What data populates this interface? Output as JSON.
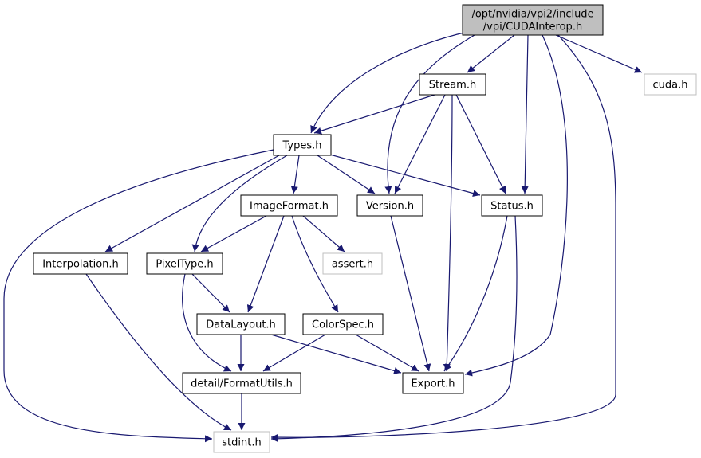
{
  "graph": {
    "nodes": [
      {
        "id": "root",
        "lines": [
          "/opt/nvidia/vpi2/include",
          "/vpi/CUDAInterop.h"
        ],
        "fill": "#bfbfbf",
        "stroke": "#000000"
      },
      {
        "id": "cuda",
        "lines": [
          "cuda.h"
        ],
        "fill": "#ffffff",
        "stroke": "#bfbfbf"
      },
      {
        "id": "stream",
        "lines": [
          "Stream.h"
        ],
        "fill": "#ffffff",
        "stroke": "#000000"
      },
      {
        "id": "types",
        "lines": [
          "Types.h"
        ],
        "fill": "#ffffff",
        "stroke": "#000000"
      },
      {
        "id": "imageformat",
        "lines": [
          "ImageFormat.h"
        ],
        "fill": "#ffffff",
        "stroke": "#000000"
      },
      {
        "id": "version",
        "lines": [
          "Version.h"
        ],
        "fill": "#ffffff",
        "stroke": "#000000"
      },
      {
        "id": "status",
        "lines": [
          "Status.h"
        ],
        "fill": "#ffffff",
        "stroke": "#000000"
      },
      {
        "id": "interpolation",
        "lines": [
          "Interpolation.h"
        ],
        "fill": "#ffffff",
        "stroke": "#000000"
      },
      {
        "id": "pixeltype",
        "lines": [
          "PixelType.h"
        ],
        "fill": "#ffffff",
        "stroke": "#000000"
      },
      {
        "id": "assert",
        "lines": [
          "assert.h"
        ],
        "fill": "#ffffff",
        "stroke": "#bfbfbf"
      },
      {
        "id": "datalayout",
        "lines": [
          "DataLayout.h"
        ],
        "fill": "#ffffff",
        "stroke": "#000000"
      },
      {
        "id": "colorspec",
        "lines": [
          "ColorSpec.h"
        ],
        "fill": "#ffffff",
        "stroke": "#000000"
      },
      {
        "id": "formatutils",
        "lines": [
          "detail/FormatUtils.h"
        ],
        "fill": "#ffffff",
        "stroke": "#000000"
      },
      {
        "id": "export",
        "lines": [
          "Export.h"
        ],
        "fill": "#ffffff",
        "stroke": "#000000"
      },
      {
        "id": "stdint",
        "lines": [
          "stdint.h"
        ],
        "fill": "#ffffff",
        "stroke": "#bfbfbf"
      }
    ],
    "edges": [
      {
        "from": "root",
        "to": "cuda"
      },
      {
        "from": "root",
        "to": "stream"
      },
      {
        "from": "root",
        "to": "types"
      },
      {
        "from": "root",
        "to": "version"
      },
      {
        "from": "root",
        "to": "status"
      },
      {
        "from": "root",
        "to": "export"
      },
      {
        "from": "root",
        "to": "stdint"
      },
      {
        "from": "stream",
        "to": "types"
      },
      {
        "from": "stream",
        "to": "version"
      },
      {
        "from": "stream",
        "to": "status"
      },
      {
        "from": "stream",
        "to": "export"
      },
      {
        "from": "types",
        "to": "imageformat"
      },
      {
        "from": "types",
        "to": "version"
      },
      {
        "from": "types",
        "to": "status"
      },
      {
        "from": "types",
        "to": "interpolation"
      },
      {
        "from": "types",
        "to": "pixeltype"
      },
      {
        "from": "types",
        "to": "stdint"
      },
      {
        "from": "imageformat",
        "to": "pixeltype"
      },
      {
        "from": "imageformat",
        "to": "assert"
      },
      {
        "from": "imageformat",
        "to": "datalayout"
      },
      {
        "from": "imageformat",
        "to": "colorspec"
      },
      {
        "from": "version",
        "to": "export"
      },
      {
        "from": "status",
        "to": "export"
      },
      {
        "from": "status",
        "to": "stdint"
      },
      {
        "from": "interpolation",
        "to": "stdint"
      },
      {
        "from": "pixeltype",
        "to": "datalayout"
      },
      {
        "from": "pixeltype",
        "to": "formatutils"
      },
      {
        "from": "datalayout",
        "to": "formatutils"
      },
      {
        "from": "datalayout",
        "to": "export"
      },
      {
        "from": "colorspec",
        "to": "formatutils"
      },
      {
        "from": "colorspec",
        "to": "export"
      },
      {
        "from": "formatutils",
        "to": "stdint"
      }
    ]
  }
}
